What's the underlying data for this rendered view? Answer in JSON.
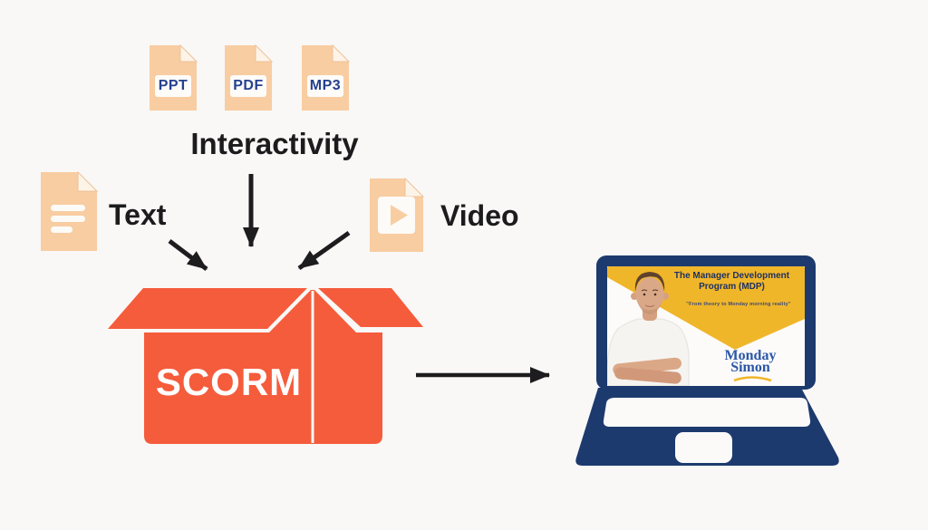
{
  "diagram": {
    "source_labels": {
      "text": "Text",
      "interactivity": "Interactivity",
      "video": "Video"
    },
    "file_icons": [
      {
        "id": "ppt",
        "label": "PPT"
      },
      {
        "id": "pdf",
        "label": "PDF"
      },
      {
        "id": "mp3",
        "label": "MP3"
      }
    ],
    "box": {
      "label": "SCORM"
    },
    "laptop_slide": {
      "title_line1": "The Manager Development",
      "title_line2": "Program (MDP)",
      "subtitle": "\"From theory to Monday morning reality\"",
      "logo_line1": "Monday",
      "logo_line2": "Simon"
    },
    "colors": {
      "background": "#f9f8f6",
      "icon_peach": "#f8cda2",
      "icon_label_navy": "#25408f",
      "box_orange": "#f55c3c",
      "laptop_navy": "#1c3a6e",
      "slide_yellow": "#f0b62a",
      "slide_title_navy": "#1d3263",
      "logo_blue": "#2b57a5",
      "arrow_black": "#1d1d1f"
    }
  }
}
